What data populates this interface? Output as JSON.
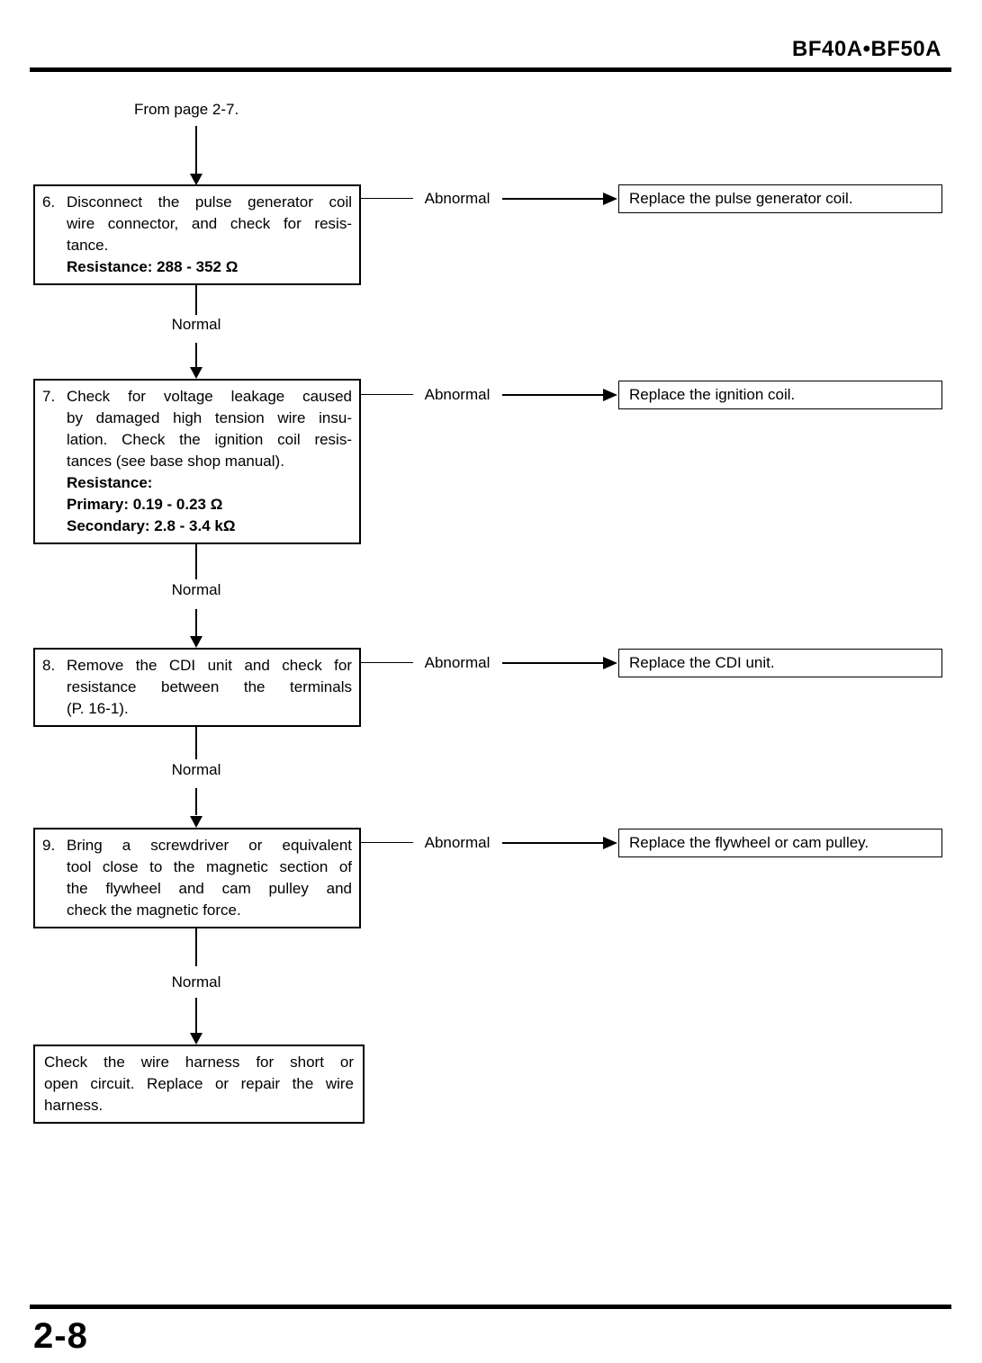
{
  "page": {
    "model_title": "BF40A•BF50A",
    "page_number": "2-8",
    "from_label": "From page 2-7."
  },
  "labels": {
    "normal": "Normal",
    "abnormal": "Abnormal"
  },
  "colors": {
    "ink": "#000000",
    "paper": "#ffffff"
  },
  "flow": {
    "steps": [
      {
        "number": "6.",
        "lines": [
          "Disconnect the pulse generator coil",
          "wire connector, and check for resis-",
          "tance.",
          "Resistance: 288 - 352 Ω"
        ],
        "action": "Replace the pulse generator coil."
      },
      {
        "number": "7.",
        "lines": [
          "Check for voltage leakage caused",
          "by damaged high tension wire insu-",
          "lation. Check the ignition coil resis-",
          "tances (see base shop manual).",
          "Resistance:",
          "Primary: 0.19 - 0.23 Ω",
          "Secondary: 2.8 - 3.4 kΩ"
        ],
        "action": "Replace the ignition coil."
      },
      {
        "number": "8.",
        "lines": [
          "Remove the CDI unit and check for",
          "resistance between the terminals",
          "(P. 16-1)."
        ],
        "action": "Replace the CDI unit."
      },
      {
        "number": "9.",
        "lines": [
          "Bring a screwdriver or equivalent",
          "tool close to the magnetic section of",
          "the flywheel and cam pulley and",
          "check the magnetic force."
        ],
        "action": "Replace the flywheel or cam pulley."
      }
    ],
    "final_step": {
      "lines": [
        "Check the wire harness for short or",
        "open circuit.  Replace or repair the wire",
        "harness."
      ]
    }
  }
}
